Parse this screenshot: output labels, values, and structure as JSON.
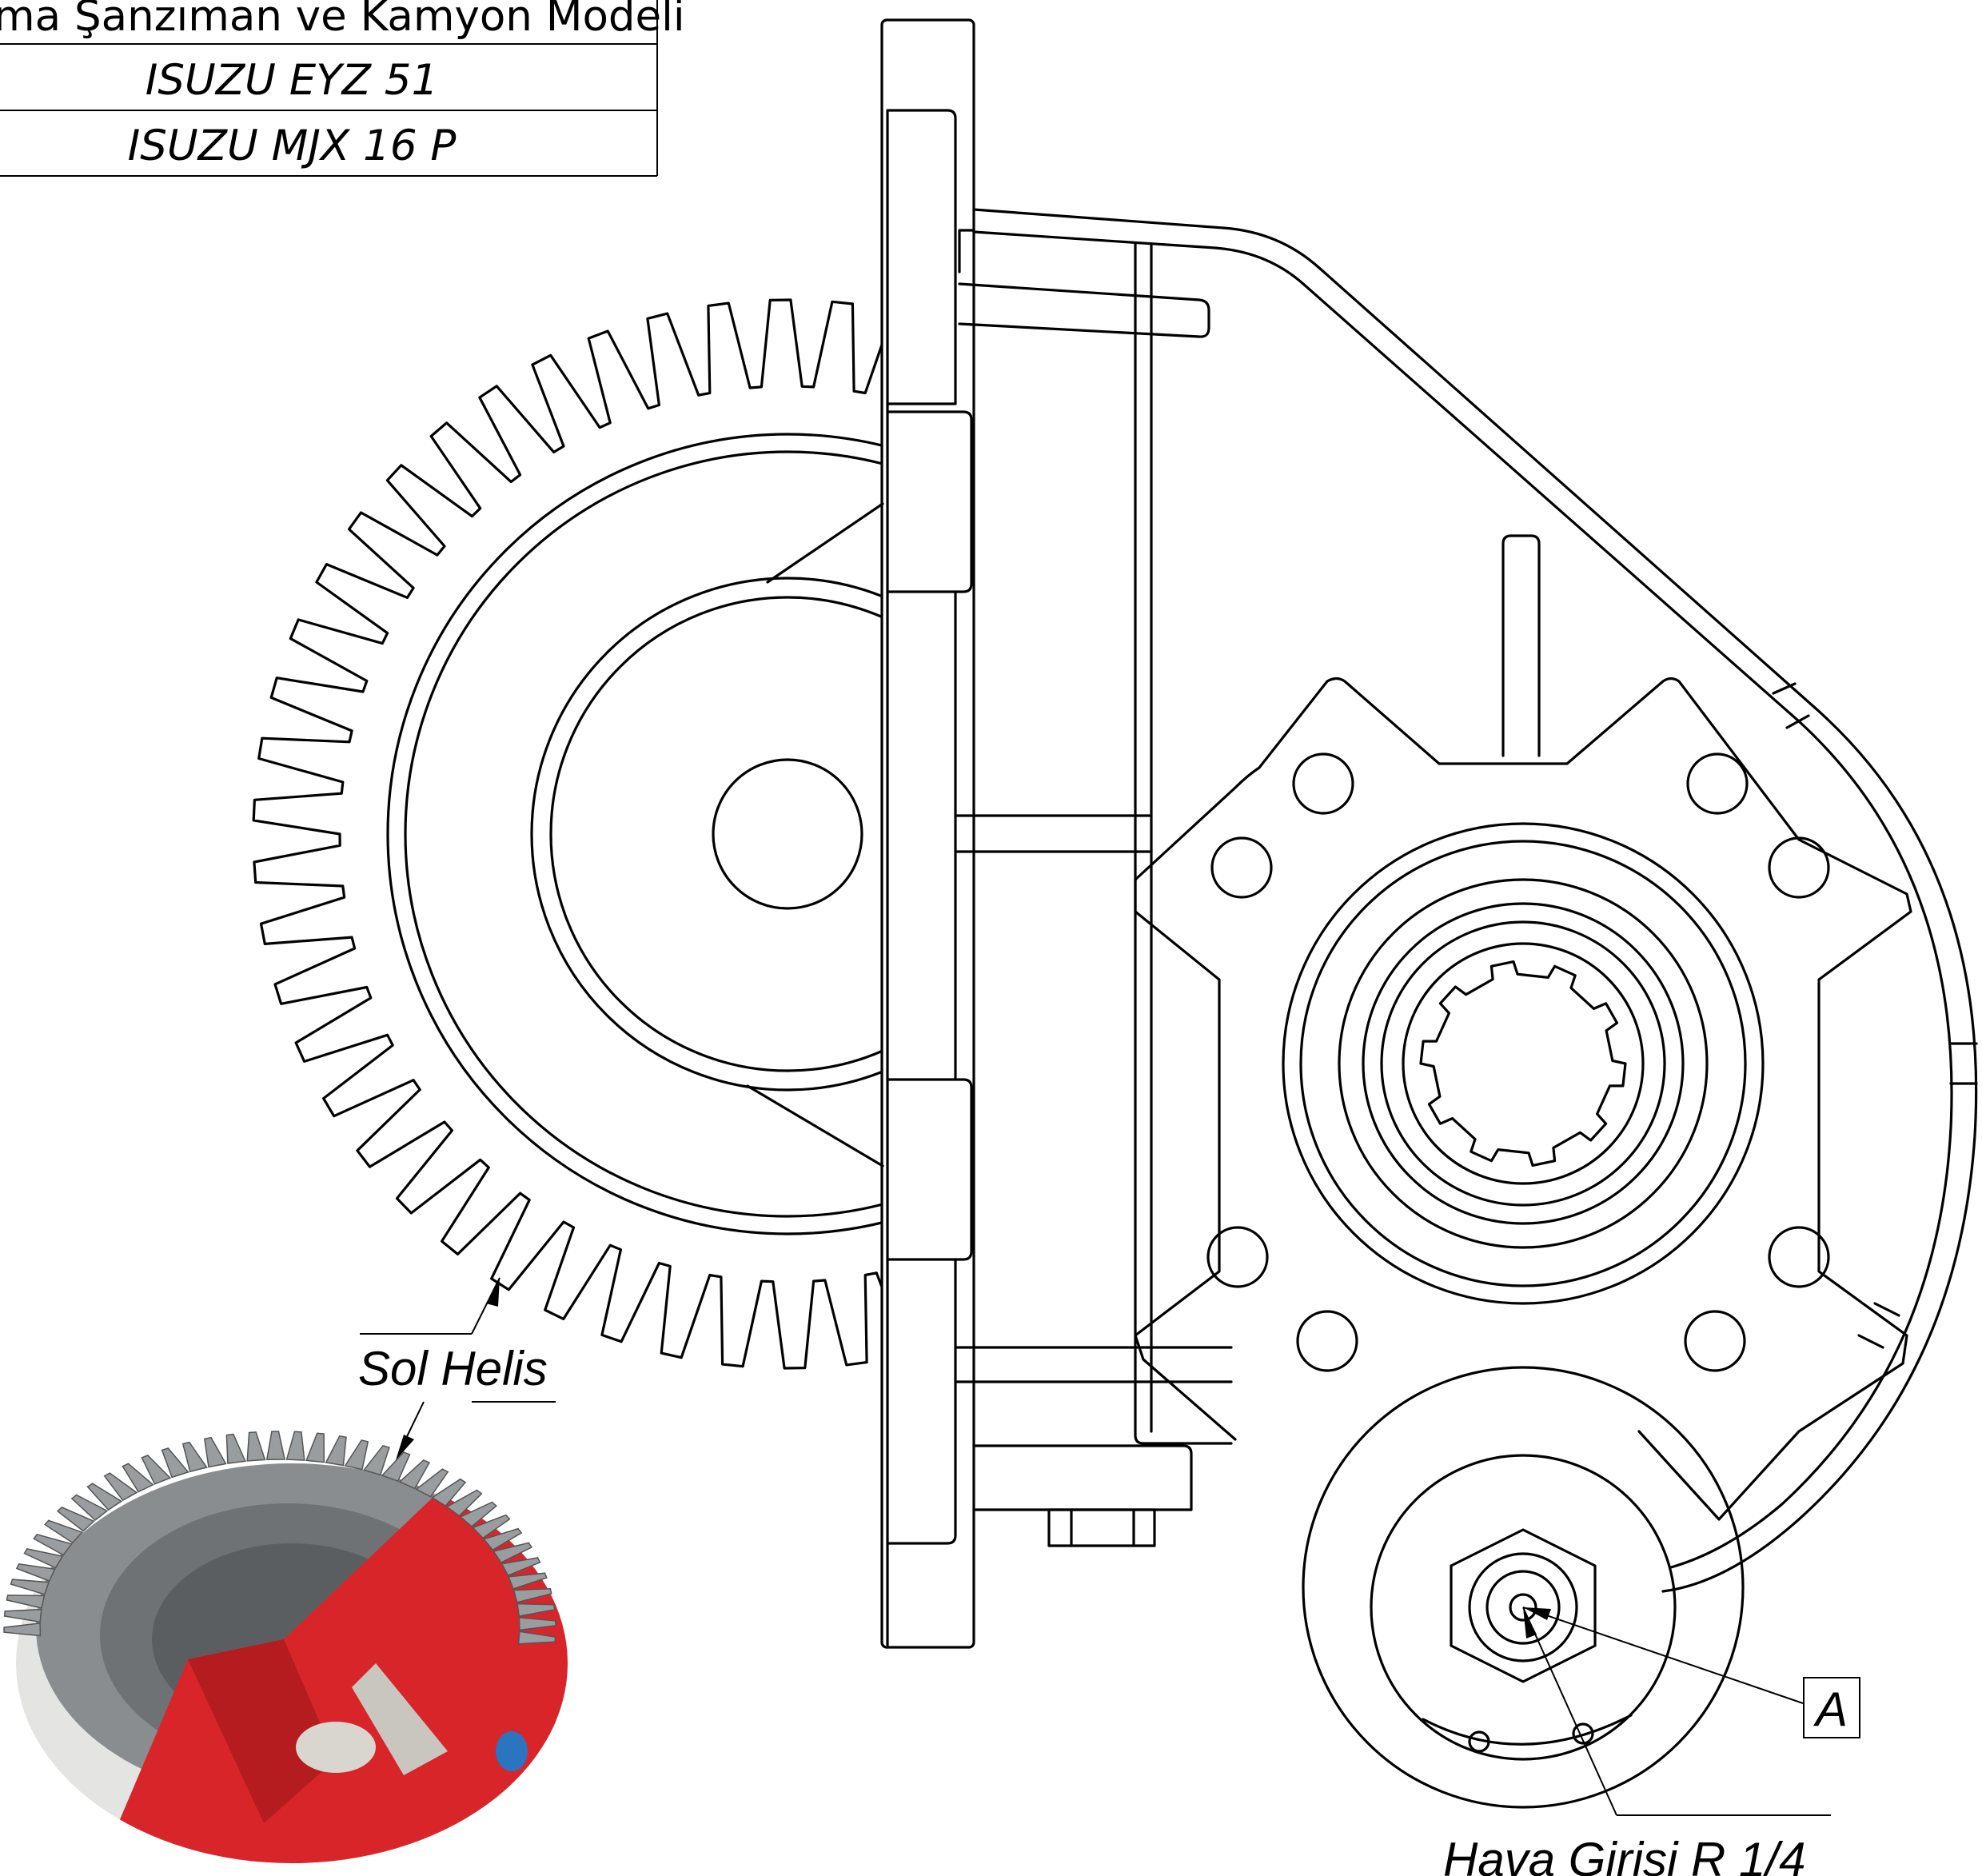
{
  "table": {
    "header": "ma Şanzıman ve Kamyon Modeli",
    "rows": [
      "ISUZU EYZ 51",
      "ISUZU MJX 16 P"
    ]
  },
  "labels": {
    "sol_helis": "Sol Helis",
    "callout_a": "A",
    "yag_girisi": "Hava Girişi R 1/4"
  },
  "photo": {
    "gear_color": "#8a8d90",
    "housing_color": "#d8252a"
  }
}
